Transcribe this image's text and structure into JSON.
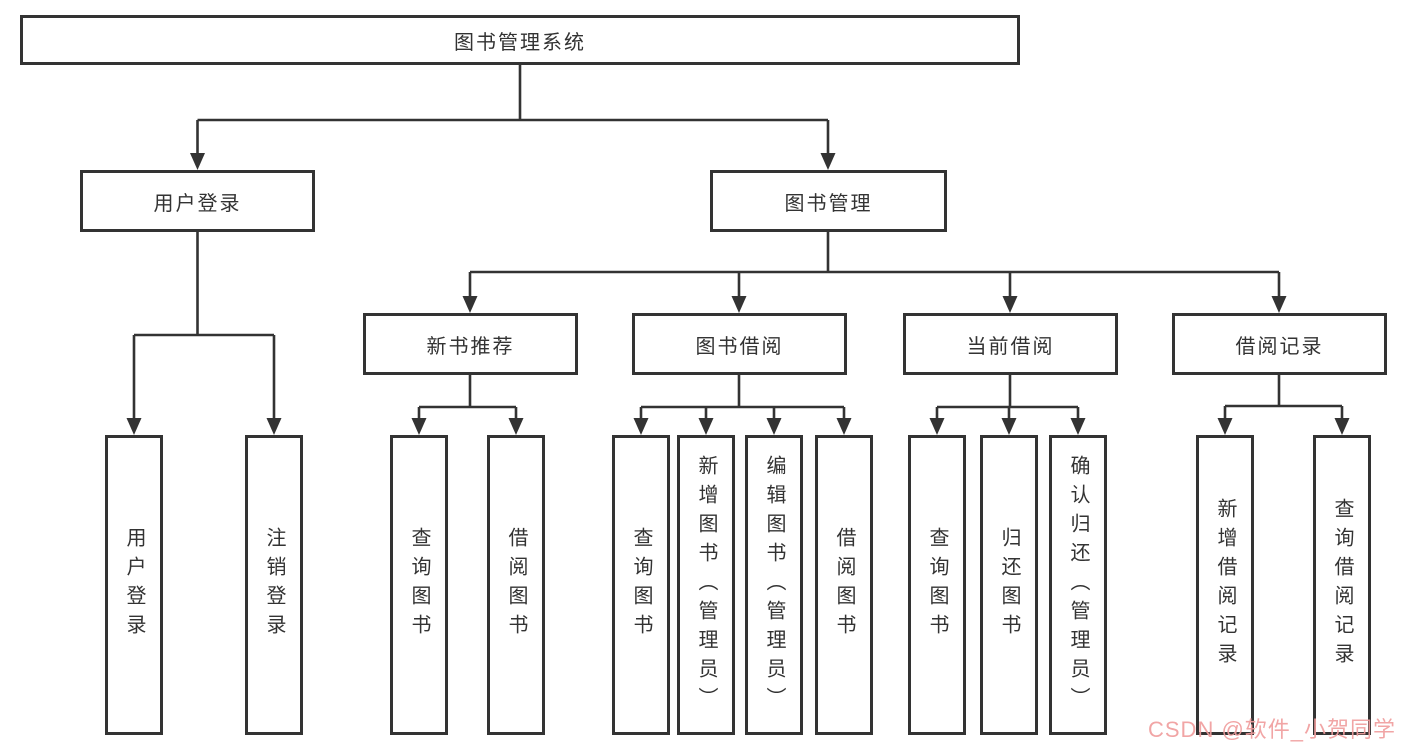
{
  "tree": {
    "label": "图书管理系统",
    "children": [
      {
        "label": "用户登录",
        "children": [
          {
            "label": "用户登录"
          },
          {
            "label": "注销登录"
          }
        ]
      },
      {
        "label": "图书管理",
        "children": [
          {
            "label": "新书推荐",
            "children": [
              {
                "label": "查询图书"
              },
              {
                "label": "借阅图书"
              }
            ]
          },
          {
            "label": "图书借阅",
            "children": [
              {
                "label": "查询图书"
              },
              {
                "label": "新增图书（管理员）"
              },
              {
                "label": "编辑图书（管理员）"
              },
              {
                "label": "借阅图书"
              }
            ]
          },
          {
            "label": "当前借阅",
            "children": [
              {
                "label": "查询图书"
              },
              {
                "label": "归还图书"
              },
              {
                "label": "确认归还（管理员）"
              }
            ]
          },
          {
            "label": "借阅记录",
            "children": [
              {
                "label": "新增借阅记录"
              },
              {
                "label": "查询借阅记录"
              }
            ]
          }
        ]
      }
    ]
  },
  "watermark": {
    "text": "CSDN @软件_小贺同学",
    "color": "#f09e9e"
  },
  "colors": {
    "line": "#333333",
    "text": "#333333",
    "background": "#ffffff"
  }
}
